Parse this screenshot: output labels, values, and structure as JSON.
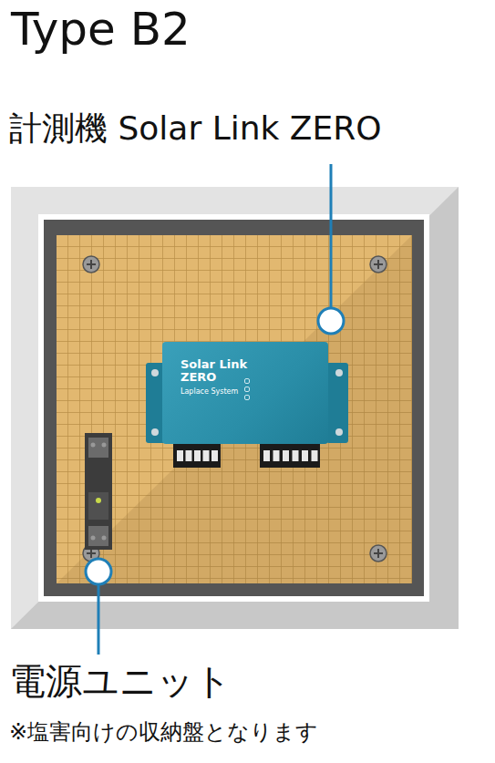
{
  "diagram": {
    "title": "Type B2",
    "nodes": [
      {
        "text": [
          "Solar Link ZERO",
          "Laplace System"
        ]
      }
    ],
    "labels": [
      "計測機 Solar Link ZERO",
      "電源ユニット",
      "※塩害向けの収納盤となります"
    ]
  }
}
